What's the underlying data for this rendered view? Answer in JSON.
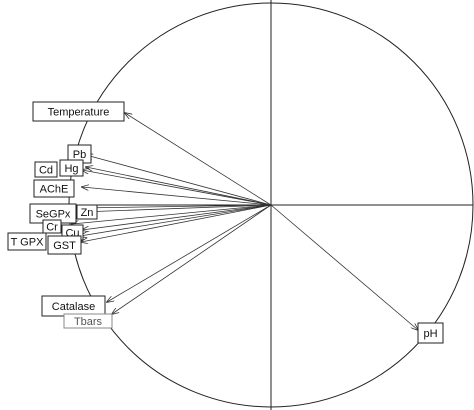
{
  "colors": {
    "line": "#333333",
    "box_border": "#222222",
    "text": "#111111",
    "faint_text": "#555555"
  },
  "diagram": {
    "variables": [
      {
        "id": "temperature",
        "label": "Temperature"
      },
      {
        "id": "pb",
        "label": "Pb"
      },
      {
        "id": "hg",
        "label": "Hg"
      },
      {
        "id": "cd",
        "label": "Cd"
      },
      {
        "id": "ache",
        "label": "AChE"
      },
      {
        "id": "segpx",
        "label": "SeGPx"
      },
      {
        "id": "zn",
        "label": "Zn"
      },
      {
        "id": "cr",
        "label": "Cr"
      },
      {
        "id": "cu",
        "label": "Cu"
      },
      {
        "id": "tgpx",
        "label": "T GPX"
      },
      {
        "id": "gst",
        "label": "GST"
      },
      {
        "id": "catalase",
        "label": "Catalase"
      },
      {
        "id": "tbars",
        "label": "Tbars"
      },
      {
        "id": "ph",
        "label": "pH"
      }
    ]
  }
}
